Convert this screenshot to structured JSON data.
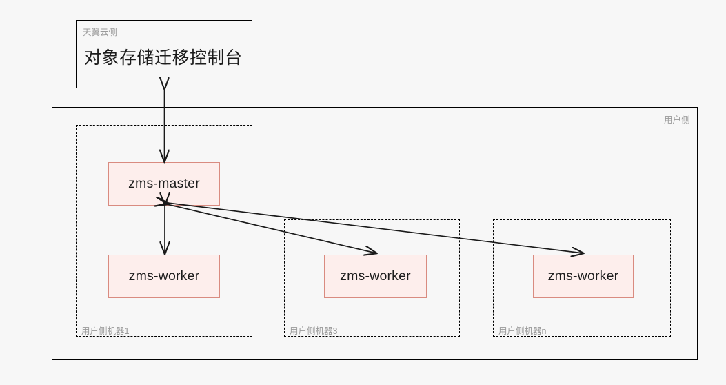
{
  "diagram": {
    "background_color": "#f7f7f7",
    "cloud_zone": {
      "zone_label": "天翼云侧",
      "console_title": "对象存储迁移控制台",
      "border_color": "#000000"
    },
    "user_zone": {
      "zone_label": "用户侧",
      "border_color": "#000000",
      "machines": [
        {
          "label": "用户侧机器1",
          "nodes": [
            {
              "label": "zms-master",
              "role": "master"
            },
            {
              "label": "zms-worker",
              "role": "worker"
            }
          ]
        },
        {
          "label": "用户侧机器3",
          "nodes": [
            {
              "label": "zms-worker",
              "role": "worker"
            }
          ]
        },
        {
          "label": "用户侧机器n",
          "nodes": [
            {
              "label": "zms-worker",
              "role": "worker"
            }
          ]
        }
      ]
    },
    "node_style": {
      "fill": "#fdeeec",
      "stroke": "#d98b80",
      "text_color": "#1c1c1c"
    },
    "connections": [
      {
        "from": "对象存储迁移控制台",
        "to": "zms-master",
        "direction": "bidirectional"
      },
      {
        "from": "zms-master",
        "to": "zms-worker (用户侧机器1)",
        "direction": "bidirectional"
      },
      {
        "from": "zms-master",
        "to": "zms-worker (用户侧机器3)",
        "direction": "bidirectional"
      },
      {
        "from": "zms-master",
        "to": "zms-worker (用户侧机器n)",
        "direction": "bidirectional"
      }
    ]
  }
}
